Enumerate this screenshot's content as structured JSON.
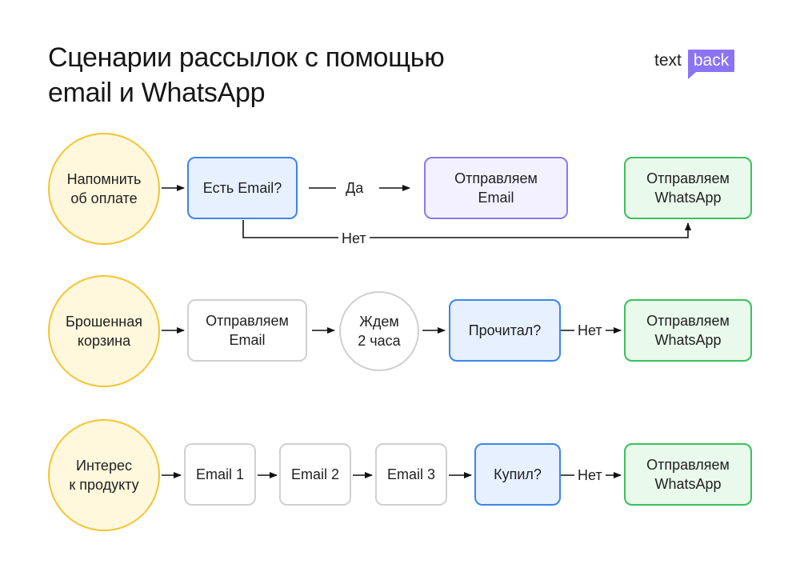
{
  "title": {
    "line1": "Сценарии рассылок с помощью",
    "line2": "email и WhatsApp"
  },
  "logo": {
    "text": "text",
    "highlight": "back",
    "accent_color": "#8b74f2"
  },
  "colors": {
    "start": "#f5c433",
    "question": "#3d86ea",
    "email": "#8c77ea",
    "whatsapp": "#39c25a",
    "step": "#d0d0d0"
  },
  "scenarios": [
    {
      "start": "Напомнить\nоб оплате",
      "check": "Есть Email?",
      "yes_label": "Да",
      "yes_action": "Отправляем\nEmail",
      "no_label": "Нет",
      "no_action": "Отправляем\nWhatsApp"
    },
    {
      "start": "Брошенная\nкорзина",
      "step1": "Отправляем\nEmail",
      "wait": "Ждем\n2 часа",
      "check": "Прочитал?",
      "no_label": "Нет",
      "no_action": "Отправляем\nWhatsApp"
    },
    {
      "start": "Интерес\nк продукту",
      "step1": "Email 1",
      "step2": "Email 2",
      "step3": "Email 3",
      "check": "Купил?",
      "no_label": "Нет",
      "no_action": "Отправляем\nWhatsApp"
    }
  ]
}
